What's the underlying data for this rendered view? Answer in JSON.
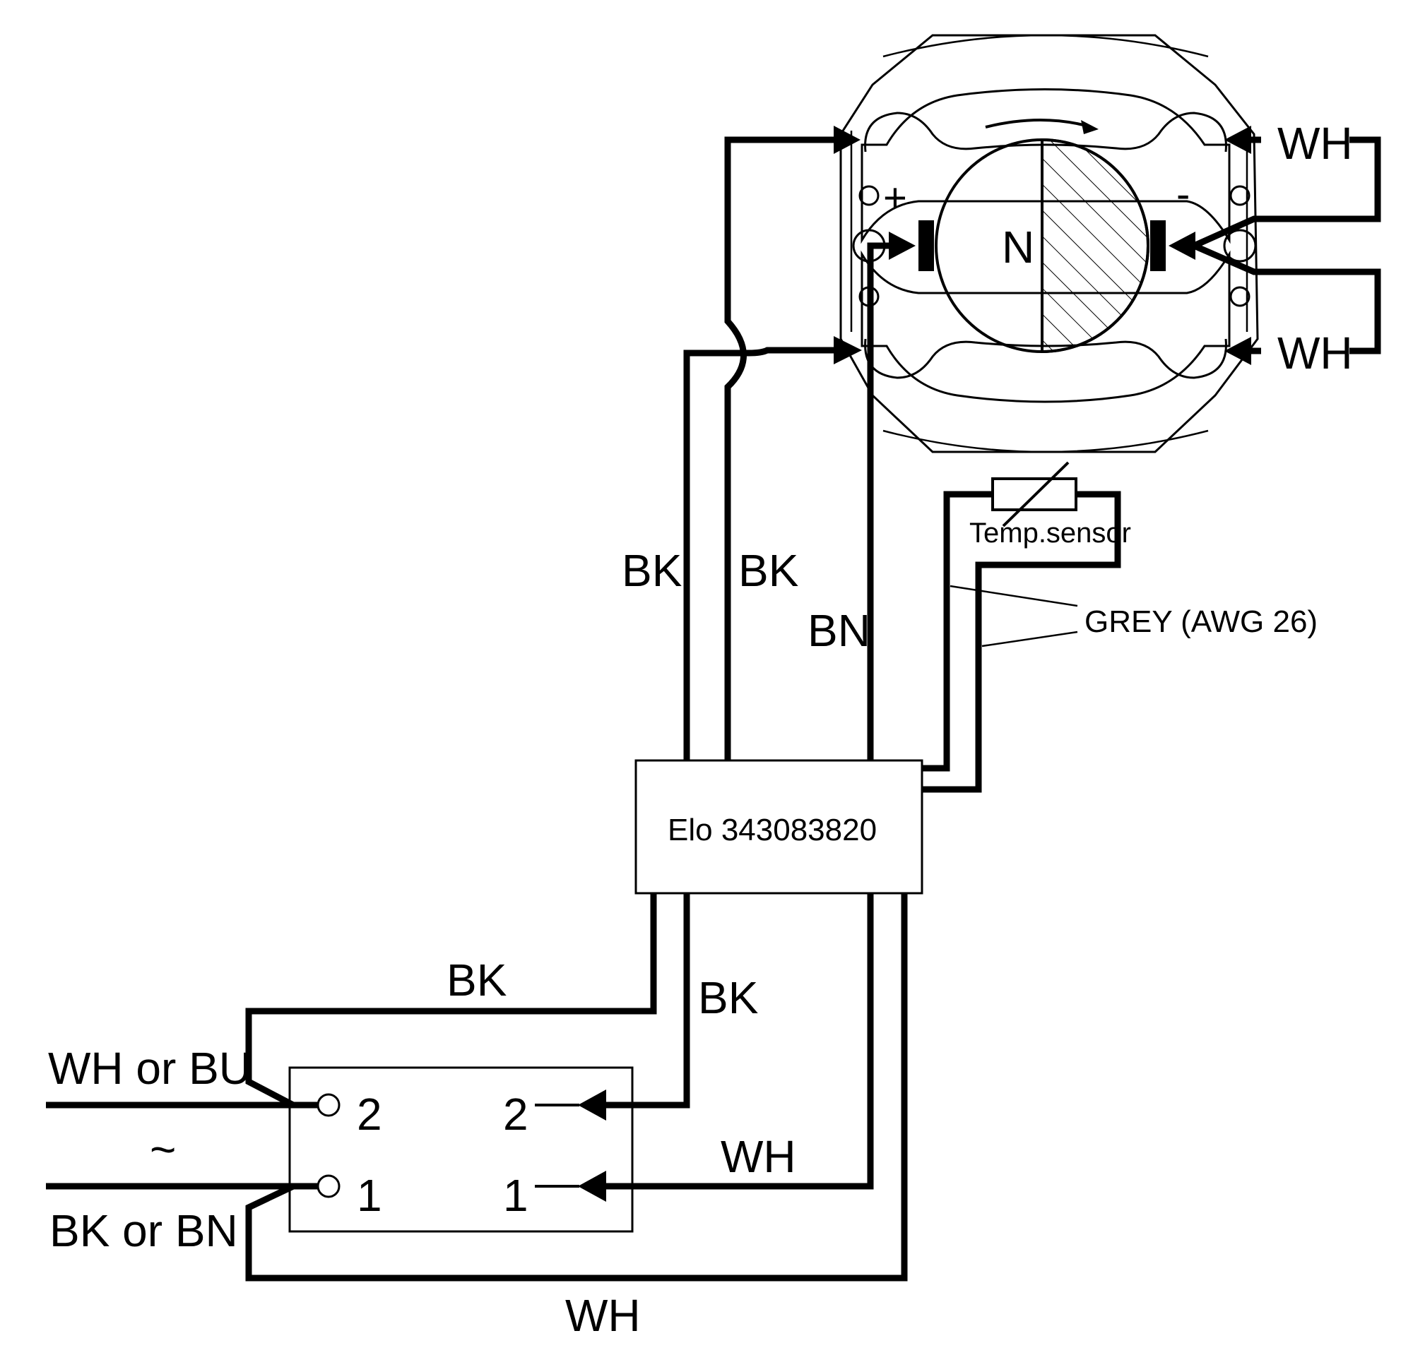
{
  "motor": {
    "pole_label": "N",
    "plus_label": "+",
    "minus_label": "-"
  },
  "sensor": {
    "label": "Temp.sensor",
    "wire_label": "GREY (AWG 26)"
  },
  "controller": {
    "label": "Elo 343083820"
  },
  "terminal_block": {
    "left_terminal_2": "2",
    "left_terminal_1": "1",
    "right_terminal_2": "2",
    "right_terminal_1": "1"
  },
  "supply": {
    "top_wire": "WH or BU",
    "bottom_wire": "BK or BN",
    "ac_symbol": "~"
  },
  "wire_labels": {
    "motor_wh_top": "WH",
    "motor_wh_bottom": "WH",
    "field_bk_left": "BK",
    "field_bk_right": "BK",
    "armature_bn": "BN",
    "ctrl_bk_to_left2": "BK",
    "ctrl_bk_to_right2": "BK",
    "ctrl_wh_to_right1": "WH",
    "ctrl_wh_bottom_loop": "WH"
  },
  "colors": {
    "line": "#000000",
    "background": "#ffffff"
  }
}
